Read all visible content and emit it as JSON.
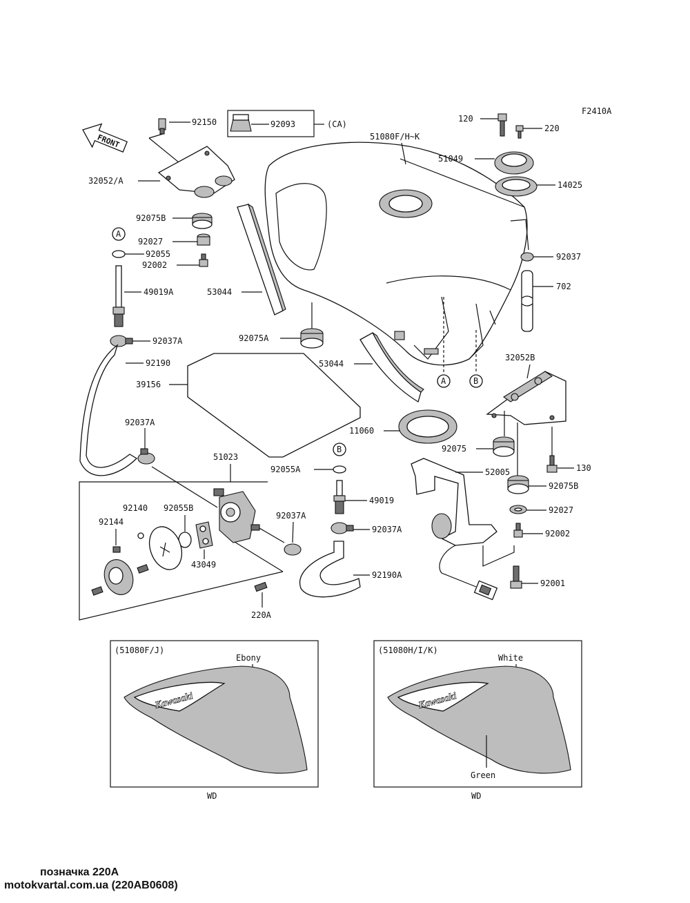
{
  "figure_code": "F2410A",
  "front_label": "FRONT",
  "callouts": {
    "c92150": "92150",
    "c92093": "92093",
    "cCA": "(CA)",
    "c51080": "51080F/H~K",
    "c120": "120",
    "c220": "220",
    "c51049": "51049",
    "c14025": "14025",
    "c32052A": "32052/A",
    "c92075B_1": "92075B",
    "c92027_1": "92027",
    "c92055": "92055",
    "c92002_1": "92002",
    "c49019A": "49019A",
    "c53044_1": "53044",
    "c92037": "92037",
    "c702": "702",
    "c92037A_1": "92037A",
    "c92075A": "92075A",
    "c53044_2": "53044",
    "c32052B": "32052B",
    "c92190": "92190",
    "c39156": "39156",
    "c11060": "11060",
    "c92037A_2": "92037A",
    "c92075": "92075",
    "c51023": "51023",
    "c130": "130",
    "c92055A": "92055A",
    "c52005": "52005",
    "c92075B_2": "92075B",
    "c92140": "92140",
    "c92055B": "92055B",
    "c92144": "92144",
    "c49019": "49019",
    "c92037A_3": "92037A",
    "c92027_2": "92027",
    "c92037A_4": "92037A",
    "c92002_2": "92002",
    "c43049": "43049",
    "c92190A": "92190A",
    "c92001": "92001",
    "c220A": "220A"
  },
  "markers": {
    "a_top": "A",
    "a_bottom": "A",
    "b_top": "B",
    "b_bottom": "B"
  },
  "variants": [
    {
      "code": "(51080F/J)",
      "color": "Ebony",
      "logo": "Kawasaki",
      "note": "WD"
    },
    {
      "code": "(51080H/I/K)",
      "color": "White",
      "second_color": "Green",
      "logo": "Kawasaki",
      "note": "WD"
    }
  ],
  "caption": {
    "designation": "позначка 220A",
    "source": "motokvartal.com.ua (220AB0608)"
  },
  "colors": {
    "line": "#111111",
    "shade": "#bdbdbd",
    "caption": "#111111"
  }
}
